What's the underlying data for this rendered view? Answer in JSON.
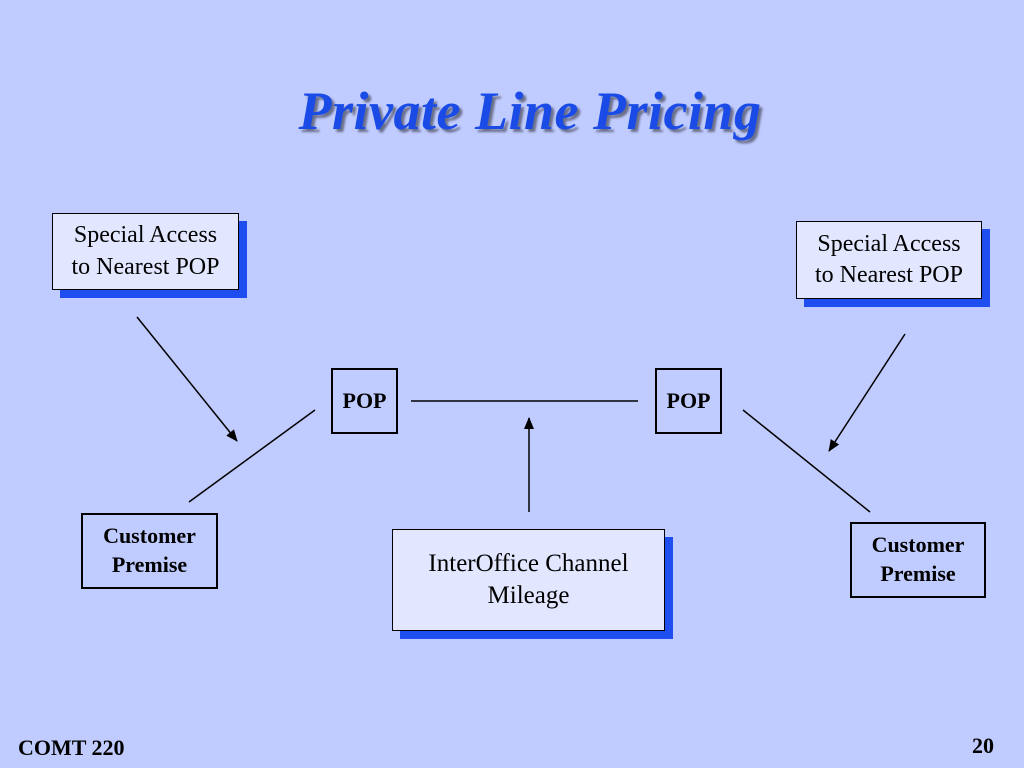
{
  "title": "Private Line Pricing",
  "boxes": {
    "special_access_left": [
      "Special Access",
      "to Nearest POP"
    ],
    "special_access_right": [
      "Special Access",
      "to Nearest POP"
    ],
    "pop_left": "POP",
    "pop_right": "POP",
    "customer_premise_left": [
      "Customer",
      "Premise"
    ],
    "customer_premise_right": [
      "Customer",
      "Premise"
    ],
    "interoffice": [
      "InterOffice Channel",
      "Mileage"
    ]
  },
  "footer": {
    "course": "COMT 220",
    "page_number": "20"
  },
  "colors": {
    "background": "#c0ccff",
    "title": "#1a4be6",
    "box_shadow": "#1e4df0"
  }
}
